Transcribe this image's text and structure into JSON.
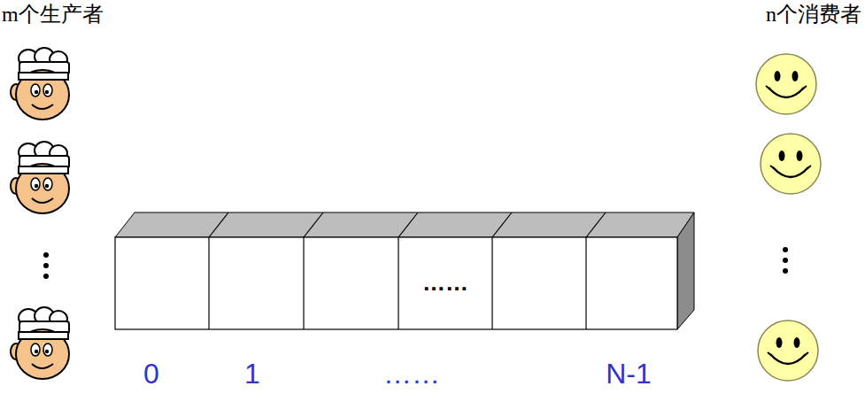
{
  "diagram": {
    "labels": [
      "m个生产者",
      "n个消费者",
      "……",
      "0",
      "1",
      "……",
      "N-1"
    ]
  }
}
